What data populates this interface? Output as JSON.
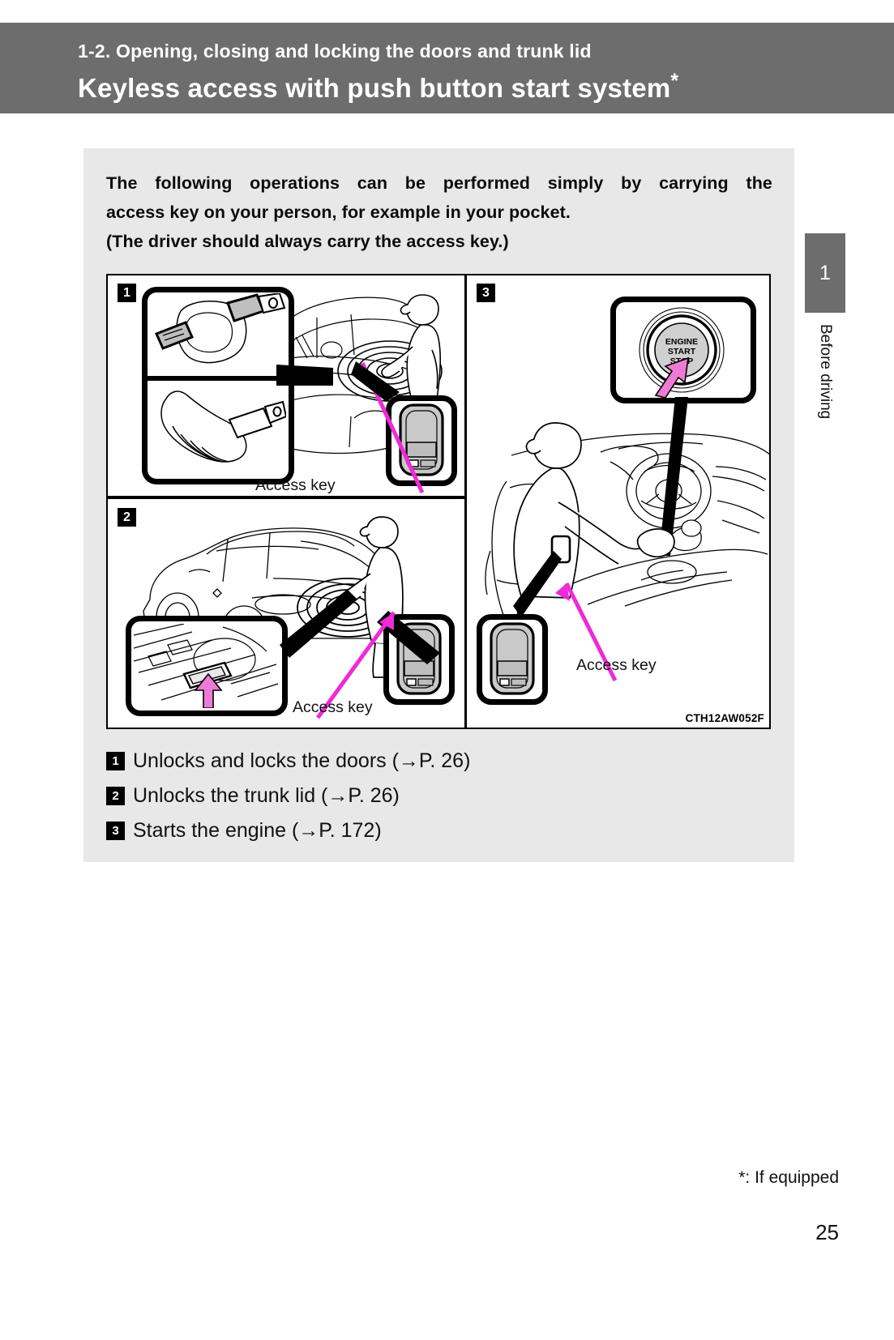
{
  "header": {
    "section": "1-2. Opening, closing and locking the doors and trunk lid",
    "title": "Keyless access with push button start system",
    "title_asterisk": "*"
  },
  "side_tab": {
    "chapter_number": "1",
    "chapter_label": "Before driving"
  },
  "intro": {
    "line1": "The following operations can be performed simply by carrying the",
    "line2": "access key on your person, for example in your pocket.",
    "line3": "(The driver should always carry the access key.)"
  },
  "figure": {
    "image_code": "CTH12AW052F",
    "panel1_number": "1",
    "panel2_number": "2",
    "panel3_number": "3",
    "label_access_key_1": "Access key",
    "label_access_key_2": "Access key",
    "label_access_key_3": "Access key",
    "engine_button": {
      "line1": "ENGINE",
      "line2": "START",
      "line3": "STOP"
    }
  },
  "operations": [
    {
      "number": "1",
      "text": "Unlocks and locks the doors (→P. 26)"
    },
    {
      "number": "2",
      "text": "Unlocks the trunk lid (→P. 26)"
    },
    {
      "number": "3",
      "text": "Starts the engine (→P. 172)"
    }
  ],
  "footer": {
    "footnote": "*: If equipped",
    "page_number": "25"
  },
  "colors": {
    "header_band": "#6d6d6d",
    "panel_bg": "#e8e8e8",
    "accent_magenta": "#ef2ad6",
    "key_body_gray": "#c9c9c9"
  }
}
